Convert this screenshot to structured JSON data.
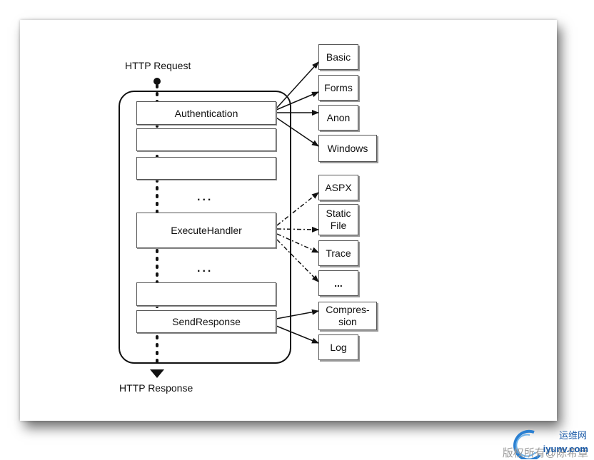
{
  "diagram": {
    "request_label": "HTTP Request",
    "response_label": "HTTP Response",
    "stages": {
      "authentication": "Authentication",
      "execute_handler": "ExecuteHandler",
      "send_response": "SendResponse",
      "ellipsis": "..."
    },
    "modules": {
      "basic": "Basic",
      "forms": "Forms",
      "anon": "Anon",
      "windows": "Windows",
      "aspx": "ASPX",
      "static_file": "Static\nFile",
      "trace": "Trace",
      "more": "...",
      "compression": "Compres-\nsion",
      "log": "Log"
    }
  },
  "watermark": {
    "site_name": "运维网",
    "url": "iyunv.com",
    "copyright": "版权所有@陈希章"
  }
}
